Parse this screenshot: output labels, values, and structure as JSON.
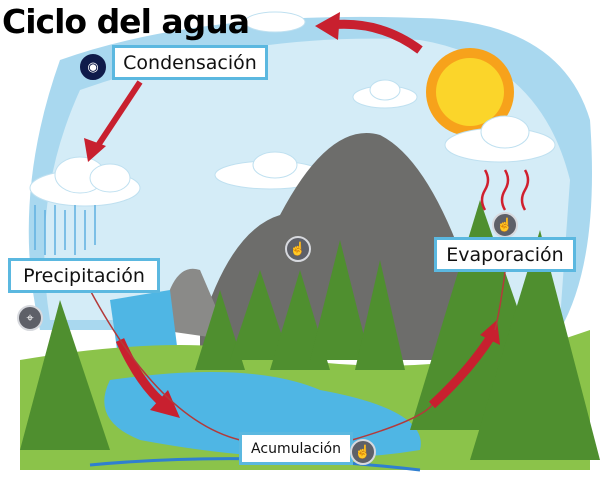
{
  "title": "Ciclo del agua",
  "labels": {
    "condensation": "Condensación",
    "precipitation": "Precipitación",
    "evaporation": "Evaporación",
    "accumulation": "Acumulación"
  },
  "hotspots": [
    {
      "icon": "eye-icon"
    },
    {
      "icon": "location-pin-icon"
    },
    {
      "icon": "hand-pointer-icon"
    },
    {
      "icon": "hand-pointer-icon"
    },
    {
      "icon": "hand-pointer-icon"
    }
  ],
  "colors": {
    "label_border": "#5bb8e0",
    "arrow": "#c8202f",
    "sky": "#a9d8ef"
  }
}
